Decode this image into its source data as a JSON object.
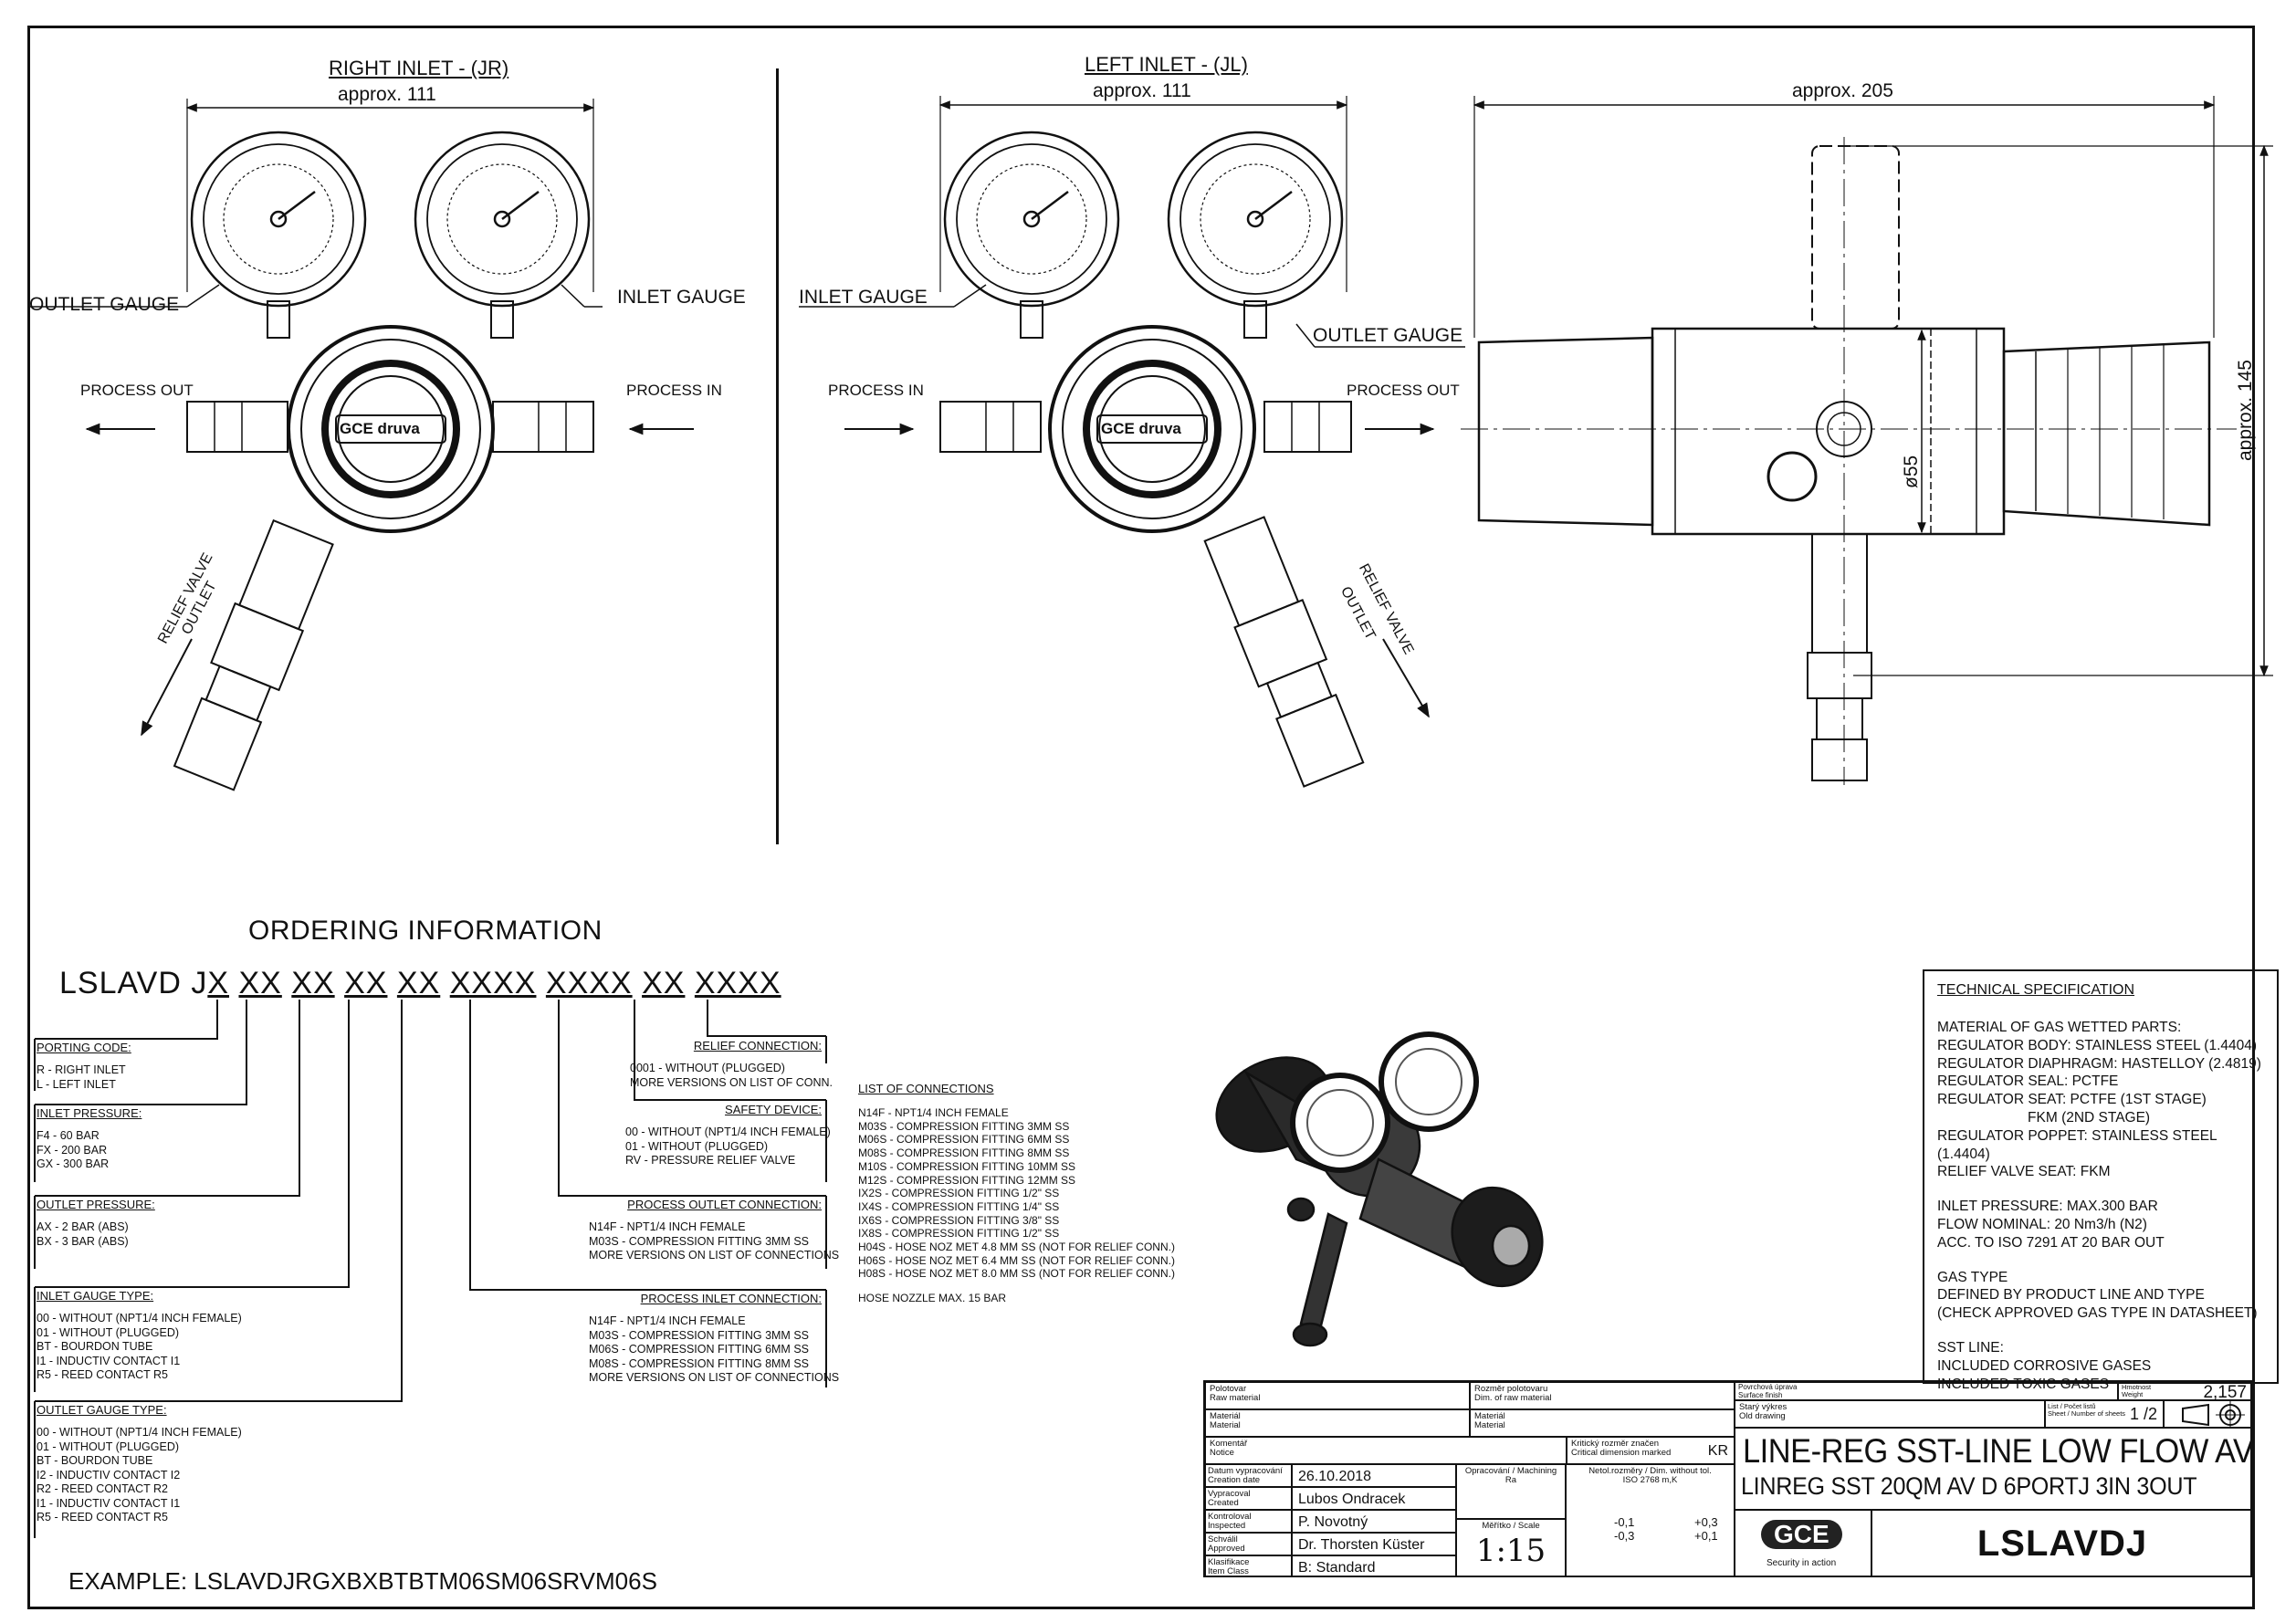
{
  "views": {
    "right_inlet": {
      "title": "RIGHT INLET - (JR)",
      "width_dim": "approx. 111",
      "outlet_gauge": "OUTLET GAUGE",
      "inlet_gauge": "INLET GAUGE",
      "process_out": "PROCESS OUT",
      "process_in": "PROCESS IN",
      "relief": "RELIEF VALVE\nOUTLET",
      "relief_line1": "RELIEF VALVE",
      "relief_line2": "OUTLET",
      "brand": "GCE druva"
    },
    "left_inlet": {
      "title": "LEFT INLET - (JL)",
      "width_dim": "approx. 111",
      "inlet_gauge": "INLET GAUGE",
      "outlet_gauge": "OUTLET GAUGE",
      "process_in": "PROCESS IN",
      "process_out": "PROCESS OUT",
      "relief_line1": "RELIEF VALVE",
      "relief_line2": "OUTLET",
      "brand": "GCE druva"
    },
    "side": {
      "length_dim": "approx. 205",
      "height_dim": "approx. 145",
      "diameter": "ø55"
    }
  },
  "ordering": {
    "title": "ORDERING INFORMATION",
    "prefix": "LSLAVD J",
    "segments": [
      "X",
      "XX",
      "XX",
      "XX",
      "XX",
      "XXXX",
      "XXXX",
      "XX",
      "XXXX"
    ],
    "groups": [
      {
        "title": "PORTING CODE:",
        "lines": [
          "R - RIGHT INLET",
          "L - LEFT INLET"
        ]
      },
      {
        "title": "INLET PRESSURE:",
        "lines": [
          "F4 - 60 BAR",
          "FX - 200 BAR",
          "GX - 300 BAR"
        ]
      },
      {
        "title": "OUTLET PRESSURE:",
        "lines": [
          "AX - 2 BAR (ABS)",
          "BX - 3 BAR (ABS)"
        ]
      },
      {
        "title": "INLET GAUGE TYPE:",
        "lines": [
          "00 - WITHOUT (NPT1/4 INCH FEMALE)",
          "01 - WITHOUT (PLUGGED)",
          "BT - BOURDON TUBE",
          "I1  - INDUCTIV CONTACT I1",
          "R5 - REED CONTACT R5"
        ]
      },
      {
        "title": "OUTLET GAUGE TYPE:",
        "lines": [
          "00 - WITHOUT (NPT1/4 INCH FEMALE)",
          "01 - WITHOUT (PLUGGED)",
          "BT - BOURDON TUBE",
          "I2  - INDUCTIV CONTACT I2",
          "R2 - REED CONTACT R2",
          "I1  - INDUCTIV CONTACT I1",
          "R5 - REED CONTACT R5"
        ]
      }
    ],
    "right_groups": [
      {
        "title": "RELIEF CONNECTION:",
        "lines": [
          "0001 - WITHOUT (PLUGGED)",
          "MORE VERSIONS ON LIST OF CONN."
        ]
      },
      {
        "title": "SAFETY DEVICE:",
        "lines": [
          "00 - WITHOUT (NPT1/4 INCH FEMALE)",
          "01 - WITHOUT (PLUGGED)",
          "RV - PRESSURE RELIEF VALVE"
        ]
      },
      {
        "title": "PROCESS OUTLET CONNECTION:",
        "lines": [
          "N14F - NPT1/4 INCH FEMALE",
          "M03S - COMPRESSION FITTING 3MM SS",
          "MORE VERSIONS ON LIST OF CONNECTIONS"
        ]
      },
      {
        "title": "PROCESS INLET CONNECTION:",
        "lines": [
          "N14F - NPT1/4 INCH FEMALE",
          "M03S - COMPRESSION FITTING 3MM SS",
          "M06S - COMPRESSION FITTING 6MM SS",
          "M08S - COMPRESSION FITTING 8MM SS",
          "MORE VERSIONS ON LIST OF CONNECTIONS"
        ]
      }
    ],
    "connections": {
      "title": "LIST OF CONNECTIONS",
      "lines": [
        "N14F - NPT1/4 INCH FEMALE",
        "M03S - COMPRESSION FITTING 3MM SS",
        "M06S - COMPRESSION FITTING 6MM SS",
        "M08S - COMPRESSION FITTING 8MM SS",
        "M10S - COMPRESSION FITTING 10MM SS",
        "M12S - COMPRESSION FITTING 12MM SS",
        "IX2S - COMPRESSION FITTING 1/2\" SS",
        "IX4S - COMPRESSION FITTING 1/4\" SS",
        "IX6S - COMPRESSION FITTING 3/8\" SS",
        "IX8S - COMPRESSION FITTING 1/2\" SS",
        "H04S - HOSE NOZ MET 4.8 MM SS (NOT FOR RELIEF CONN.)",
        "H06S - HOSE NOZ MET 6.4 MM SS (NOT FOR RELIEF CONN.)",
        "H08S - HOSE NOZ MET 8.0 MM SS (NOT FOR RELIEF CONN.)"
      ],
      "note": "HOSE NOZZLE MAX. 15 BAR"
    },
    "example": "EXAMPLE:  LSLAVDJRGXBXBTBTM06SM06SRVM06S"
  },
  "tech": {
    "title": "TECHNICAL SPECIFICATION",
    "block1": [
      "MATERIAL OF GAS WETTED PARTS:",
      "REGULATOR BODY: STAINLESS STEEL (1.4404)",
      "REGULATOR DIAPHRAGM: HASTELLOY (2.4819)",
      "REGULATOR SEAL: PCTFE",
      "REGULATOR SEAT: PCTFE (1ST STAGE)",
      "                       FKM (2ND STAGE)",
      "REGULATOR POPPET: STAINLESS STEEL (1.4404)",
      "RELIEF VALVE SEAT: FKM"
    ],
    "block2": [
      "INLET PRESSURE: MAX.300 BAR",
      "FLOW NOMINAL: 20 Nm3/h (N2)",
      "ACC. TO ISO 7291 AT 20 BAR OUT"
    ],
    "block3": [
      "GAS TYPE",
      "DEFINED BY PRODUCT LINE AND TYPE",
      "(CHECK APPROVED GAS TYPE IN DATASHEET)"
    ],
    "block4": [
      "SST LINE:",
      "INCLUDED CORROSIVE GASES",
      "INCLUDED TOXIC GASES"
    ]
  },
  "titleblock": {
    "raw_material": "Polotovar\nRaw material",
    "raw_dim": "Rozměr polotovaru\nDim. of raw material",
    "material": "Materiál\nMaterial",
    "material2": "Materiál\nMaterial",
    "comment": "Komentář\nNotice",
    "critical": "Kritický rozměr značen\nCritical dimension marked",
    "kr": "KR",
    "created_label": "Datum vypracování\nCreation date",
    "created": "26.10.2018",
    "author_label": "Vypracoval\nCreated",
    "author": "Lubos Ondracek",
    "inspected_label": "Kontroloval\nInspected",
    "inspected": "P. Novotný",
    "approved_label": "Schválil\nApproved",
    "approved": "Dr. Thorsten Küster",
    "class_label": "Klasifikace\nItem Class",
    "class": "B: Standard",
    "machining": "Opracování / Machining\nRa",
    "tolerance": "Netol.rozměry / Dim. without tol.\nISO 2768 m,K",
    "scale_label": "Měřítko / Scale",
    "scale": "1:15",
    "tol1a": "-0,1",
    "tol1b": "-0,3",
    "tol2a": "+0,3",
    "tol2b": "+0,1",
    "weight_label": "Hmotnost\nWeight",
    "weight": "2,157",
    "surface_label": "Povrchová úprava\nSurface finish",
    "old_label": "Starý výkres\nOld drawing",
    "sheet_label": "List / Počet listů\nSheet / Number of sheets",
    "sheet": "1 /2",
    "title1": "LINE-REG SST-LINE LOW FLOW AV",
    "title2": "LINREG SST 20QM AV D 6PORTJ 3IN 3OUT",
    "code": "LSLAVDJ",
    "logo": "GCE",
    "tagline": "Security in action"
  }
}
